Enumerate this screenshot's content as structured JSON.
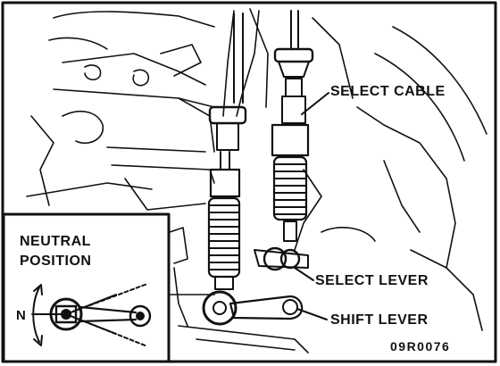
{
  "callouts": {
    "select_cable": "SELECT CABLE",
    "select_lever": "SELECT LEVER",
    "shift_lever": "SHIFT LEVER"
  },
  "inset": {
    "title_line1": "NEUTRAL",
    "title_line2": "POSITION",
    "n_label": "N"
  },
  "figure_code": "09R0076",
  "colors": {
    "ink": "#111111",
    "paper": "#ffffff"
  }
}
